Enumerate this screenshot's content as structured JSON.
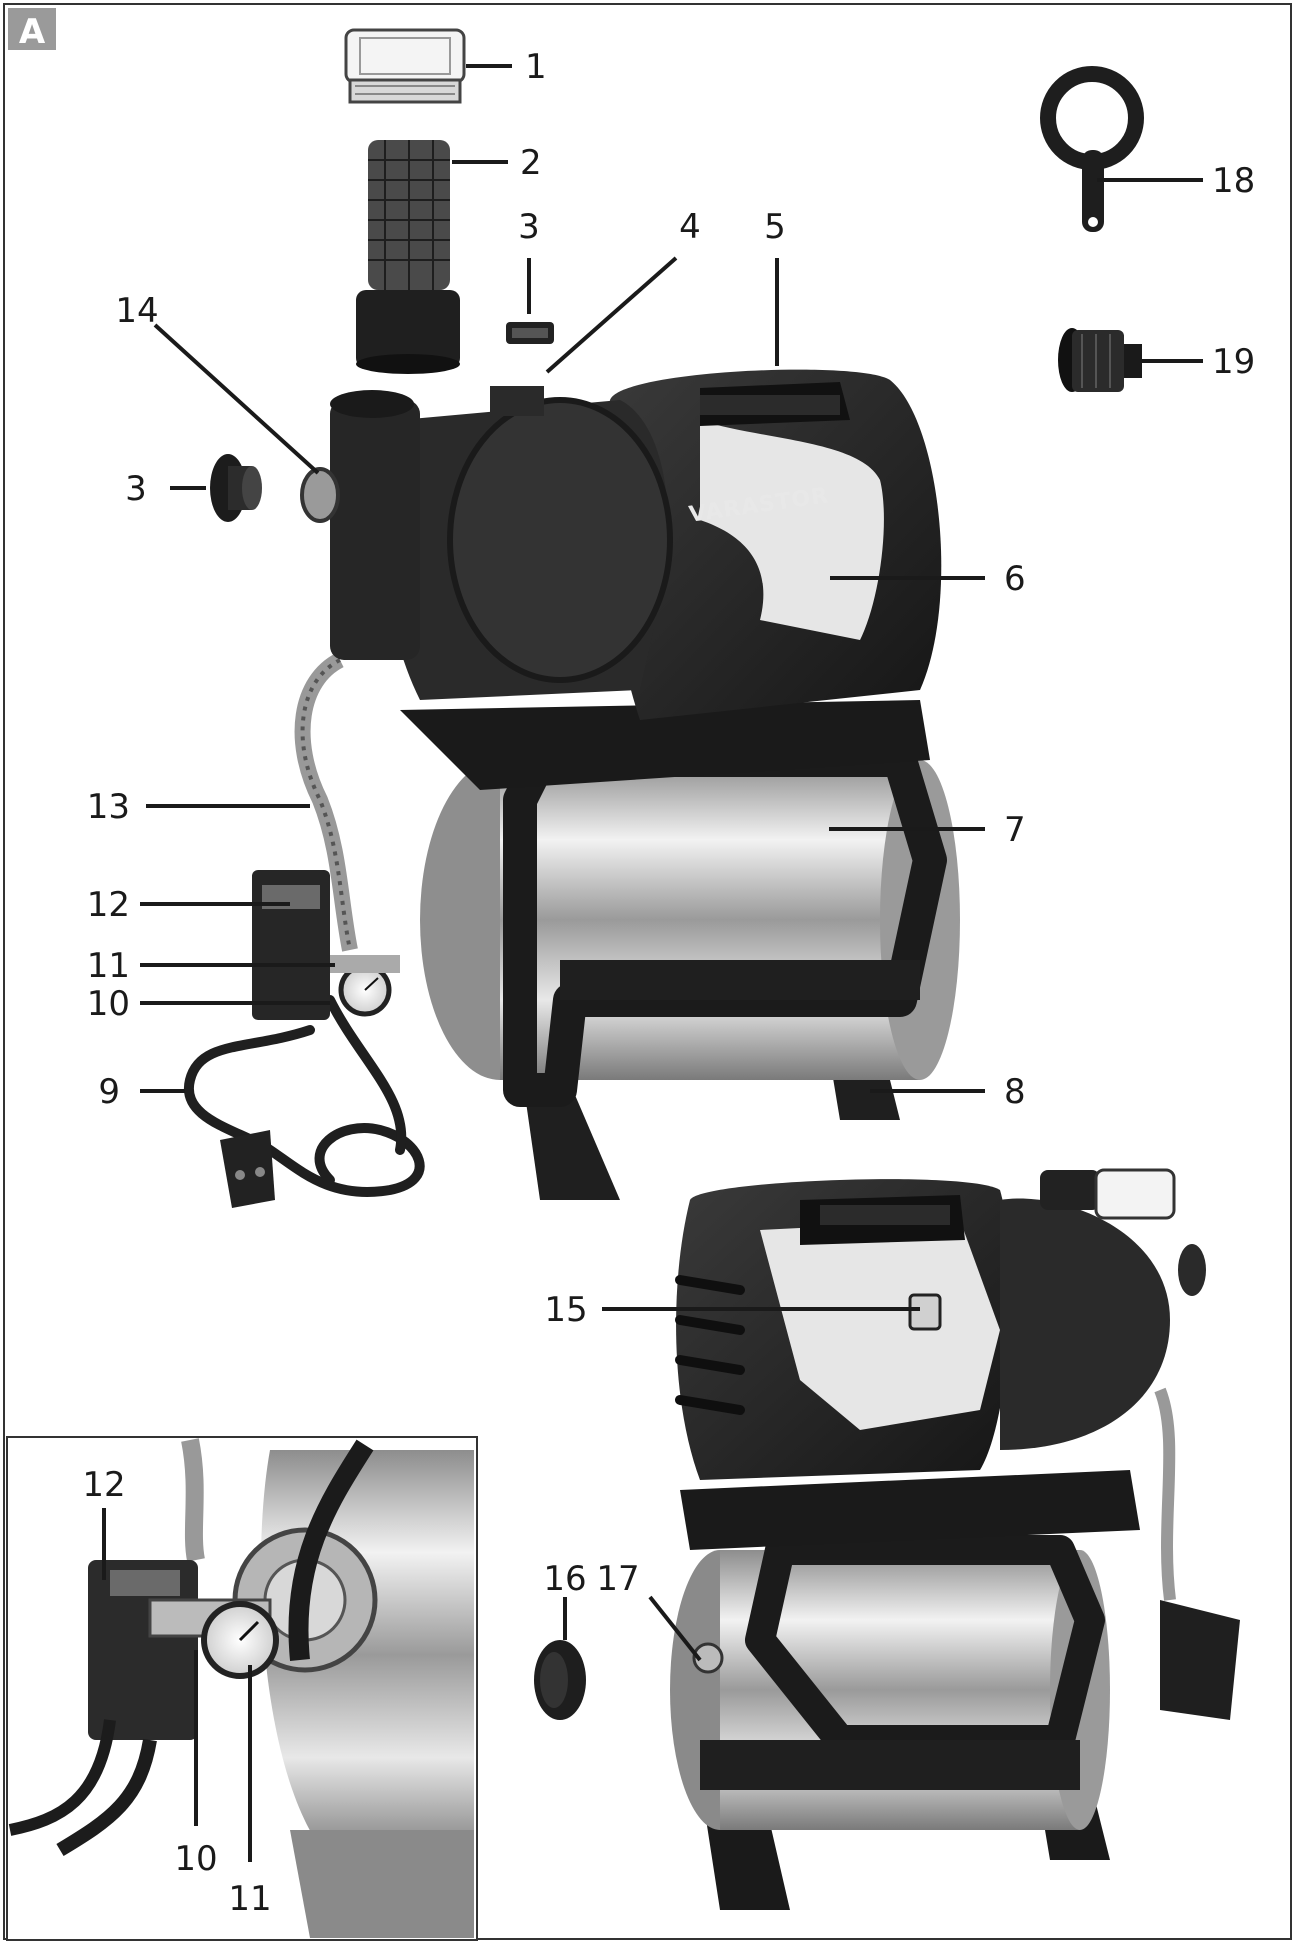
{
  "figure": {
    "badge": "A",
    "brand_text": "VARASTOR",
    "colors": {
      "frame": "#333333",
      "housing": "#2b2b2b",
      "housing_light": "#e6e6e6",
      "steel": "#c9c9c9",
      "label": "#1a1a1a"
    }
  },
  "labels": {
    "n1": "1",
    "n2": "2",
    "n3a": "3",
    "n3b": "3",
    "n4": "4",
    "n5": "5",
    "n6": "6",
    "n7": "7",
    "n8": "8",
    "n9": "9",
    "n10": "10",
    "n11": "11",
    "n12": "12",
    "n13": "13",
    "n14": "14",
    "n15": "15",
    "n16": "16",
    "n17": "17",
    "n18": "18",
    "n19": "19",
    "inset_n12": "12",
    "inset_n10": "10",
    "inset_n11": "11"
  },
  "icons": [
    "filter-cap-icon",
    "strainer-icon",
    "plug-icon",
    "spanner-icon",
    "adapter-icon",
    "pressure-gauge-icon"
  ]
}
